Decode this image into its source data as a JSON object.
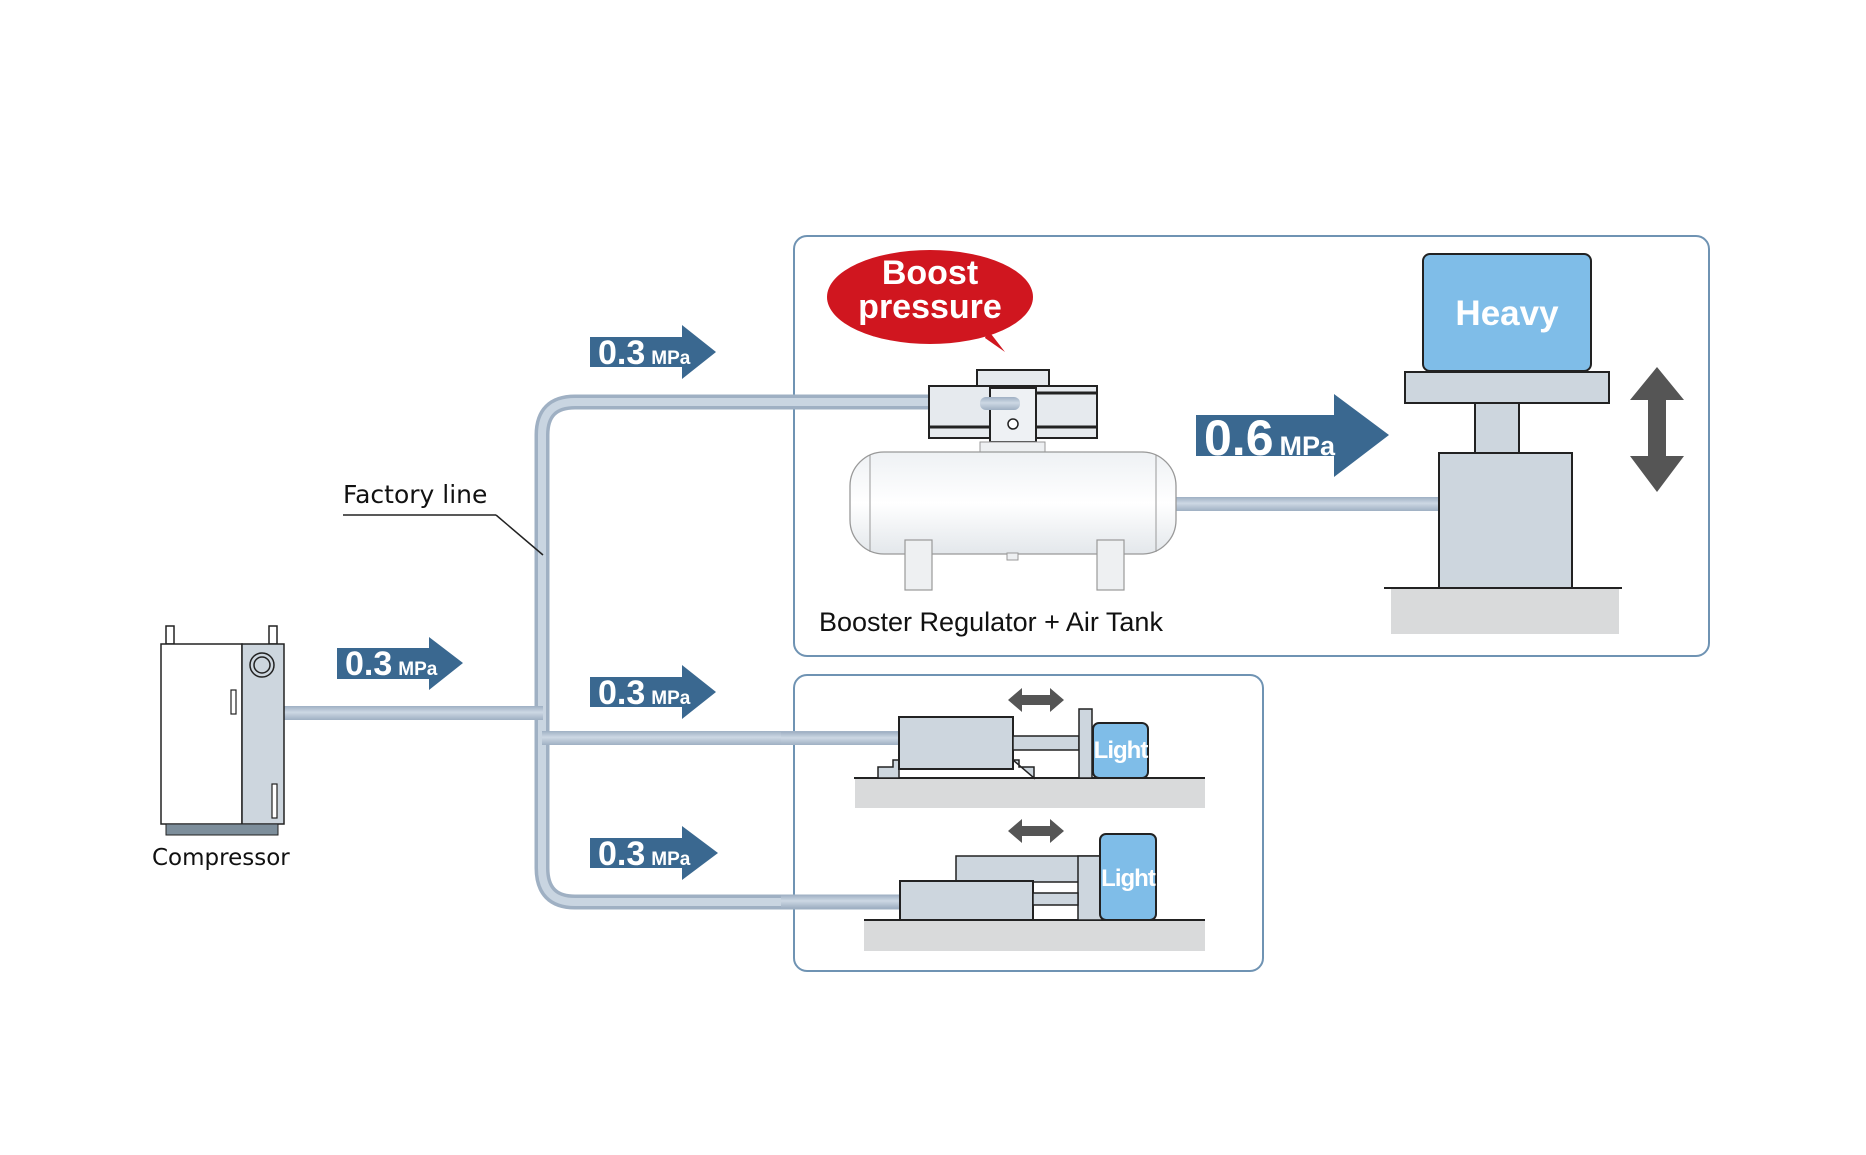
{
  "labels": {
    "factory_line": "Factory line",
    "compressor": "Compressor",
    "booster_caption": "Booster Regulator + Air Tank",
    "boost_bubble_line1": "Boost",
    "boost_bubble_line2": "pressure",
    "heavy": "Heavy",
    "light_top": "Light",
    "light_bottom": "Light"
  },
  "pressures": {
    "compressor_out": {
      "value": "0.3",
      "unit": "MPa"
    },
    "branch_top": {
      "value": "0.3",
      "unit": "MPa"
    },
    "branch_middle": {
      "value": "0.3",
      "unit": "MPa"
    },
    "branch_bottom": {
      "value": "0.3",
      "unit": "MPa"
    },
    "boosted": {
      "value": "0.6",
      "unit": "MPa"
    }
  },
  "colors": {
    "arrow_blue": "#3a6890",
    "pipe": "#b9c7d6",
    "bubble_red": "#d0161f",
    "load_blue": "#7fbde8",
    "panel_border": "#6f93b3",
    "machine_gray": "#cdd6de",
    "floor_gray": "#d9dadb",
    "motion_arrow": "#555555"
  }
}
